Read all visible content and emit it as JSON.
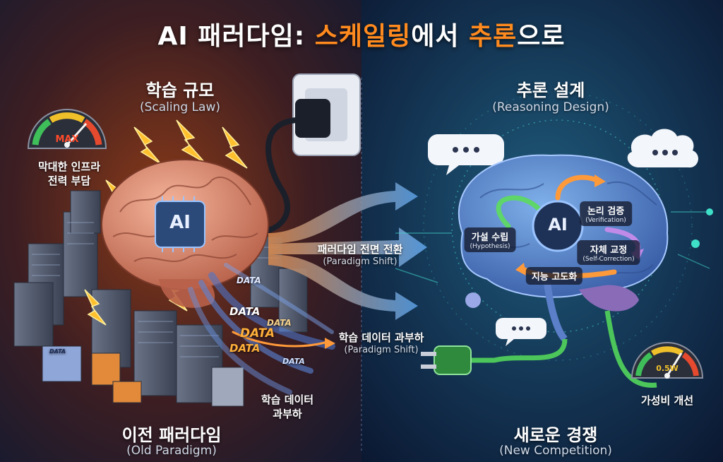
{
  "title": {
    "part1": "AI 패러다임: ",
    "part2": "스케일링",
    "part3": "에서 ",
    "part4": "추론",
    "part5": "으로"
  },
  "left": {
    "heading_ko": "학습 규모",
    "heading_en": "(Scaling Law)",
    "gauge_label": "MAX",
    "infra_ko_line1": "막대한 인프라",
    "infra_ko_line2": "전력 부담",
    "chip_label": "AI",
    "data_word": "DATA",
    "bottom_ko": "이전 패러다임",
    "bottom_en": "(Old Paradigm)",
    "overload_ko_line1": "학습 데이터",
    "overload_ko_line2": "과부하"
  },
  "middle": {
    "shift_ko": "패러다임 전면 전환",
    "shift_en": "(Paradigm Shift)",
    "overload_ko": "학습 데이터 과부하",
    "overload_en": "(Paradigm Shift)"
  },
  "right": {
    "heading_ko": "추론 설계",
    "heading_en": "(Reasoning Design)",
    "chip_label": "AI",
    "hypothesis_ko": "가설 수립",
    "hypothesis_en": "(Hypothesis)",
    "verification_ko": "논리 검증",
    "verification_en": "(Verification)",
    "selfcorrection_ko": "자체 교정",
    "selfcorrection_en": "(Self-Correction)",
    "advance_ko": "지능 고도화",
    "gauge_label": "0.5W",
    "cost_ko": "가성비 개선",
    "bottom_ko": "새로운 경쟁",
    "bottom_en": "(New Competition)"
  },
  "colors": {
    "accent_orange": "#ff8a1e",
    "left_glow": "#7a3218",
    "right_glow": "#1c4a6b",
    "brain_left": "#e39a7c",
    "brain_right": "#5b8fd6"
  }
}
